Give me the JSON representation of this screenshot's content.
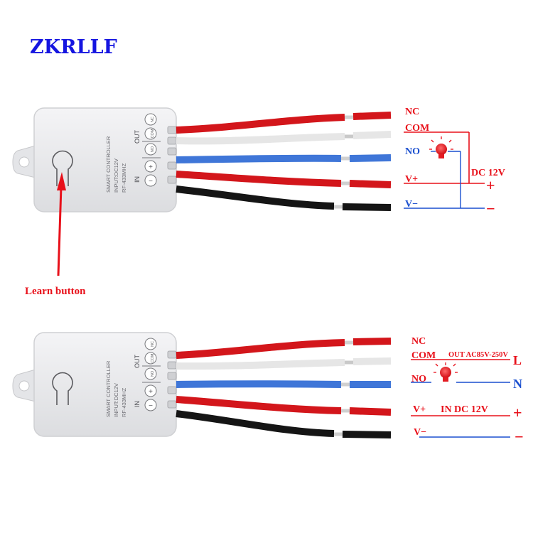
{
  "brand": "ZKRLLF",
  "callout": {
    "label": "Learn button",
    "color": "#e8101a"
  },
  "colors": {
    "brand": "#1515e0",
    "label_red": "#e8101a",
    "label_blue": "#1a4fcf",
    "wire_red": "#d3161b",
    "wire_white": "#e6e6e6",
    "wire_blue": "#3f76d8",
    "wire_black": "#151515",
    "body": "#ececee"
  },
  "device": {
    "text_line1": "SMART CONTROLLER",
    "text_line2": "INPUT:DC12V",
    "text_line3": "RF-433MHZ",
    "out_label": "OUT",
    "in_label": "IN",
    "terminal_nc": "NC",
    "terminal_com": "COM",
    "terminal_no": "NO",
    "terminal_plus": "+",
    "terminal_minus": "−"
  },
  "diagram1": {
    "nc": "NC",
    "com": "COM",
    "no": "NO",
    "v_plus": "V+",
    "v_minus": "V−",
    "supply": "DC 12V",
    "plus": "+",
    "minus": "−",
    "lamp_icon": "light-bulb-icon"
  },
  "diagram2": {
    "nc": "NC",
    "com": "COM",
    "out": "OUT AC85V-250V",
    "l": "L",
    "no": "NO",
    "n": "N",
    "v_plus": "V+",
    "in": "IN DC 12V",
    "plus": "+",
    "v_minus": "V−",
    "minus": "−",
    "lamp_icon": "light-bulb-icon"
  }
}
